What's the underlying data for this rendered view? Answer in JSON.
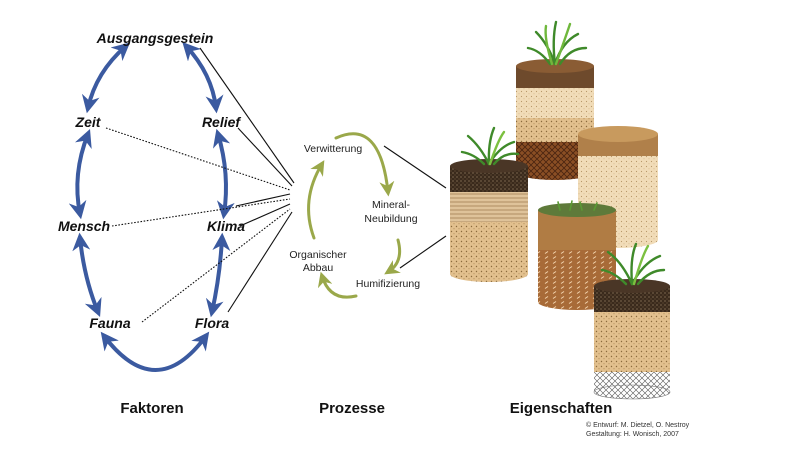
{
  "factors": {
    "ausgangsgestein": "Ausgangsgestein",
    "zeit": "Zeit",
    "relief": "Relief",
    "mensch": "Mensch",
    "klima": "Klima",
    "fauna": "Fauna",
    "flora": "Flora"
  },
  "processes": {
    "verwitterung": "Verwitterung",
    "mineral_line1": "Mineral-",
    "mineral_line2": "Neubildung",
    "organisch_line1": "Organischer",
    "organisch_line2": "Abbau",
    "humifizierung": "Humifizierung"
  },
  "sections": {
    "faktoren": "Faktoren",
    "prozesse": "Prozesse",
    "eigenschaften": "Eigenschaften"
  },
  "credits": {
    "line1": "© Entwurf: M. Dietzel, O. Nestroy",
    "line2": "Gestaltung: H. Wonisch, 2007"
  },
  "colors": {
    "factor_arrows": "#3b5aa0",
    "process_arrows": "#9aa84a",
    "connector_lines": "#111111"
  }
}
